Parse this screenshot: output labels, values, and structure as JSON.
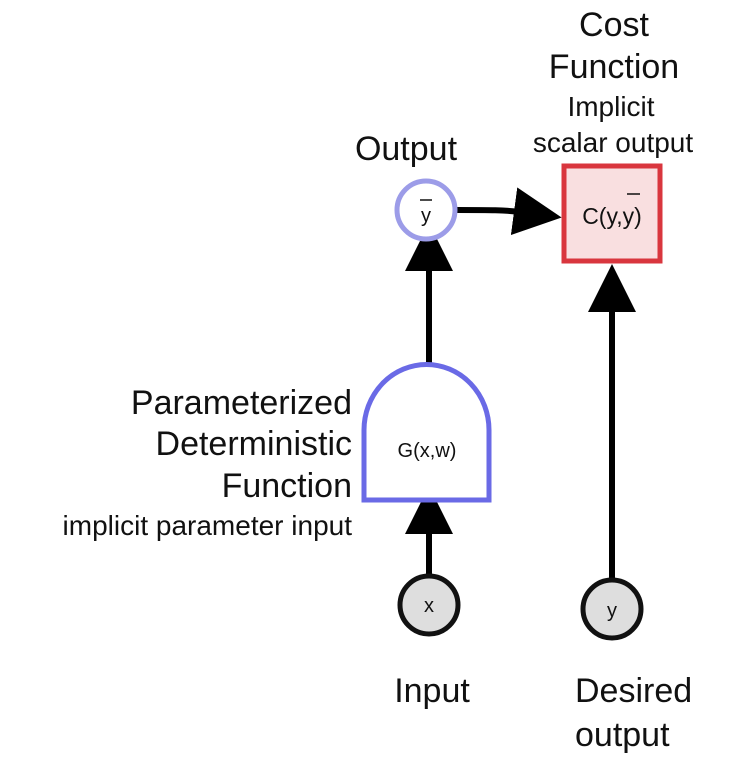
{
  "labels": {
    "cost_line1": "Cost",
    "cost_line2": "Function",
    "cost_sub1": "Implicit",
    "cost_sub2": "scalar output",
    "output": "Output",
    "func_line1": "Parameterized",
    "func_line2": "Deterministic",
    "func_line3": "Function",
    "func_sub": "implicit parameter input",
    "input": "Input",
    "desired_line1": "Desired",
    "desired_line2": "output"
  },
  "nodes": {
    "ybar": "y",
    "cost": "C(y,y)",
    "g": "G(x,w)",
    "x": "x",
    "y": "y"
  },
  "colors": {
    "output_node_stroke": "#9c9ce8",
    "function_stroke": "#6a6ae6",
    "cost_stroke": "#d9363e",
    "cost_fill": "#f9dfe0",
    "observed_fill": "#dedede",
    "edge": "#000000"
  }
}
